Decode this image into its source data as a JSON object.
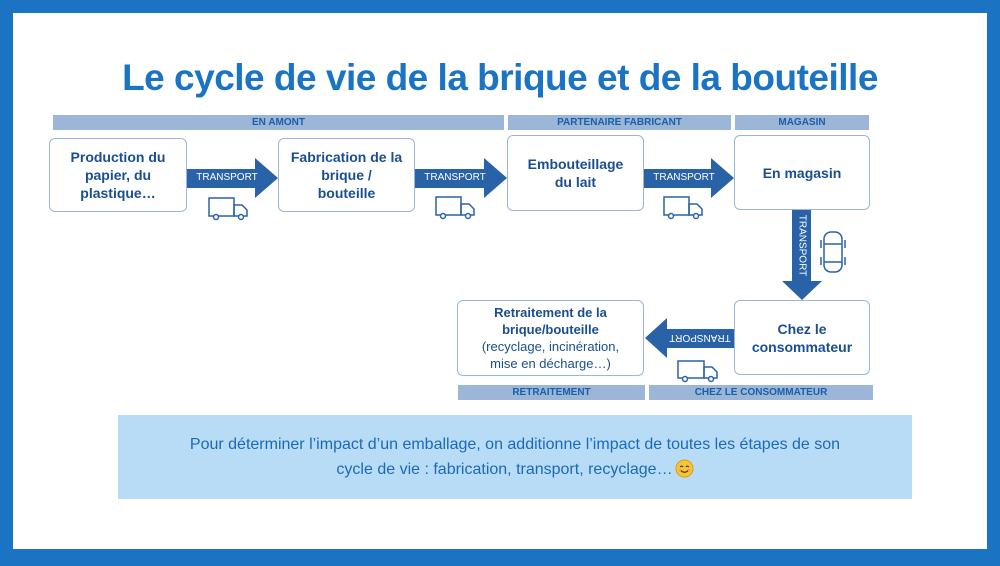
{
  "title": "Le cycle de vie de la brique et de la bouteille",
  "bands": {
    "amont": "EN AMONT",
    "partenaire": "PARTENAIRE FABRICANT",
    "magasin": "MAGASIN",
    "retraitement": "RETRAITEMENT",
    "consommateur": "CHEZ LE CONSOMMATEUR"
  },
  "boxes": {
    "production": [
      "Production du",
      "papier, du",
      "plastique…"
    ],
    "fabrication": [
      "Fabrication de la",
      "brique /",
      "bouteille"
    ],
    "embouteillage": [
      "Embouteillage",
      "du lait"
    ],
    "magasin": [
      "En magasin"
    ],
    "consommateur": [
      "Chez le",
      "consommateur"
    ],
    "retraitement": {
      "title": [
        "Retraitement de la",
        "brique/bouteille"
      ],
      "details": [
        "(recyclage, incinération,",
        "mise en décharge…)"
      ]
    }
  },
  "transport_label": "TRANSPORT",
  "note": {
    "line1": "Pour déterminer l’impact d’un emballage, on additionne l’impact de toutes les étapes de son",
    "line2": "cycle de vie : fabrication, transport, recyclage…"
  },
  "colors": {
    "frame": "#1a73c3",
    "title": "#1a73c3",
    "band": "#9bb6d7",
    "arrow": "#2a62a8",
    "note_bg": "#b9dcf6"
  },
  "icons": [
    "truck-icon",
    "car-icon",
    "smile-emoji-icon"
  ]
}
